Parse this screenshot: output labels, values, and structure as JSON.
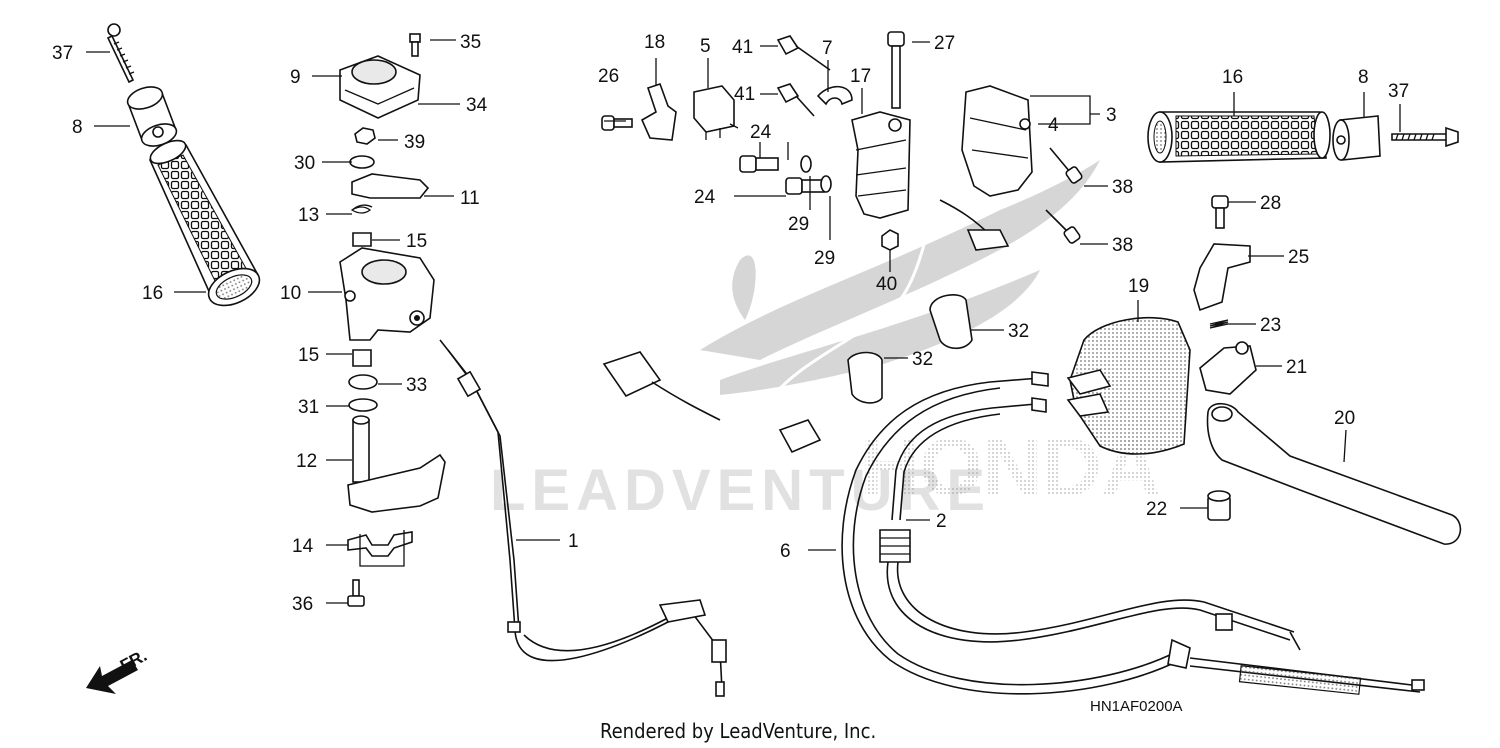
{
  "diagram": {
    "parts": [
      {
        "id": "37a",
        "label": "37"
      },
      {
        "id": "8a",
        "label": "8"
      },
      {
        "id": "16a",
        "label": "16"
      },
      {
        "id": "9",
        "label": "9"
      },
      {
        "id": "35",
        "label": "35"
      },
      {
        "id": "34",
        "label": "34"
      },
      {
        "id": "39",
        "label": "39"
      },
      {
        "id": "30",
        "label": "30"
      },
      {
        "id": "11",
        "label": "11"
      },
      {
        "id": "13",
        "label": "13"
      },
      {
        "id": "15a",
        "label": "15"
      },
      {
        "id": "10",
        "label": "10"
      },
      {
        "id": "15b",
        "label": "15"
      },
      {
        "id": "33",
        "label": "33"
      },
      {
        "id": "31",
        "label": "31"
      },
      {
        "id": "12",
        "label": "12"
      },
      {
        "id": "14",
        "label": "14"
      },
      {
        "id": "36",
        "label": "36"
      },
      {
        "id": "1",
        "label": "1"
      },
      {
        "id": "18",
        "label": "18"
      },
      {
        "id": "5",
        "label": "5"
      },
      {
        "id": "26",
        "label": "26"
      },
      {
        "id": "41a",
        "label": "41"
      },
      {
        "id": "41b",
        "label": "41"
      },
      {
        "id": "7",
        "label": "7"
      },
      {
        "id": "17",
        "label": "17"
      },
      {
        "id": "27",
        "label": "27"
      },
      {
        "id": "24a",
        "label": "24"
      },
      {
        "id": "24b",
        "label": "24"
      },
      {
        "id": "29a",
        "label": "29"
      },
      {
        "id": "29b",
        "label": "29"
      },
      {
        "id": "40",
        "label": "40"
      },
      {
        "id": "3",
        "label": "3"
      },
      {
        "id": "4",
        "label": "4"
      },
      {
        "id": "38a",
        "label": "38"
      },
      {
        "id": "38b",
        "label": "38"
      },
      {
        "id": "32a",
        "label": "32"
      },
      {
        "id": "32b",
        "label": "32"
      },
      {
        "id": "16b",
        "label": "16"
      },
      {
        "id": "8b",
        "label": "8"
      },
      {
        "id": "37b",
        "label": "37"
      },
      {
        "id": "28",
        "label": "28"
      },
      {
        "id": "25",
        "label": "25"
      },
      {
        "id": "19",
        "label": "19"
      },
      {
        "id": "23",
        "label": "23"
      },
      {
        "id": "21",
        "label": "21"
      },
      {
        "id": "20",
        "label": "20"
      },
      {
        "id": "22",
        "label": "22"
      },
      {
        "id": "2",
        "label": "2"
      },
      {
        "id": "6",
        "label": "6"
      }
    ],
    "direction_label": "FR.",
    "diagram_code": "HN1AF0200A",
    "footer": "Rendered by LeadVenture, Inc.",
    "watermark": "LEADVENTURE"
  }
}
